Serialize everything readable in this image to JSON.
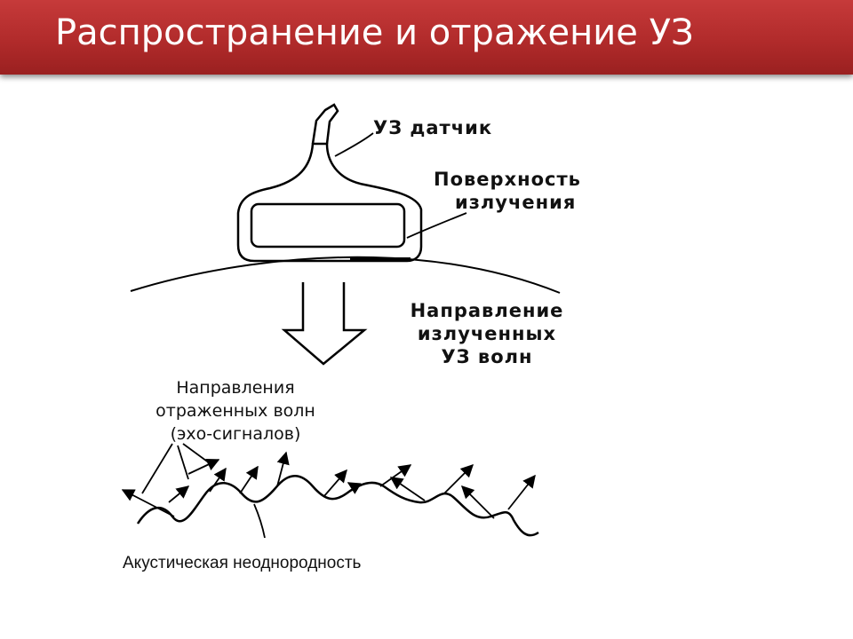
{
  "title": "Распространение и отражение УЗ",
  "labels": {
    "probe": "УЗ датчик",
    "surface_line1": "Поверхность",
    "surface_line2": "излучения",
    "emitted_line1": "Направление",
    "emitted_line2": "излученных",
    "emitted_line3": "УЗ волн",
    "reflected_line1": "Направления",
    "reflected_line2": "отраженных волн",
    "reflected_line3": "(эхо-сигналов)",
    "inhomogeneity": "Акустическая неоднородность"
  }
}
